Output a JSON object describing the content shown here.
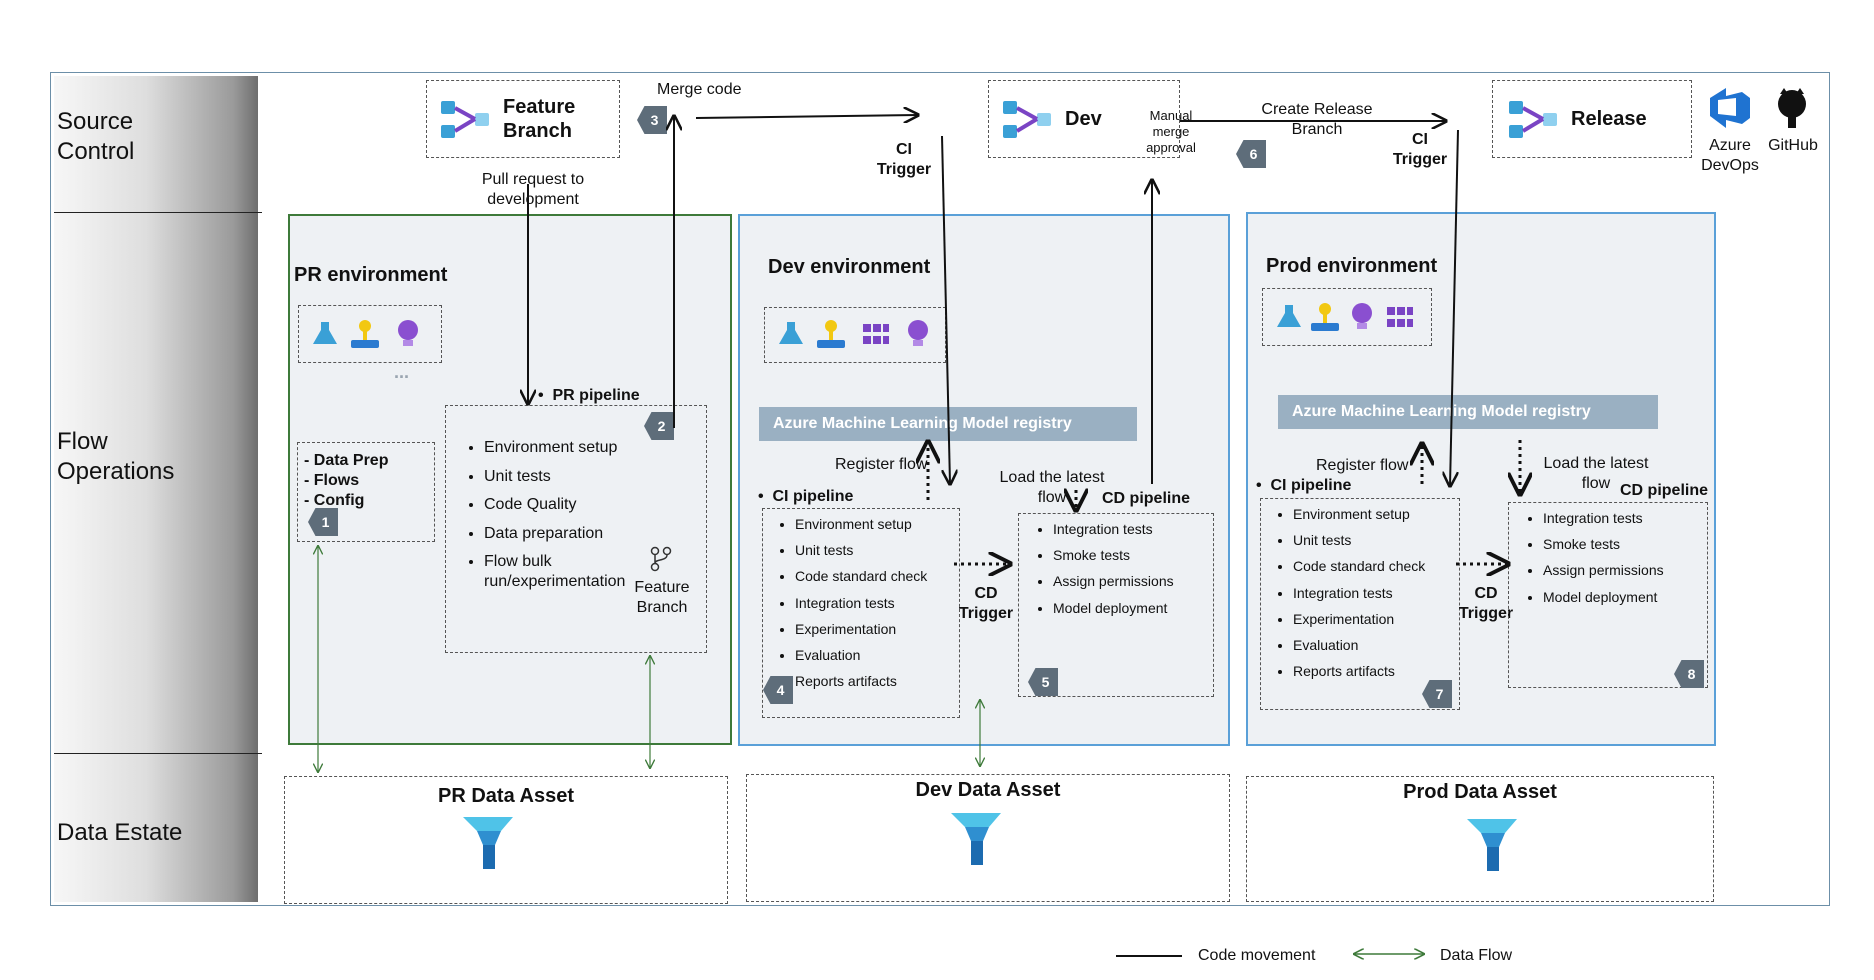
{
  "lanes": {
    "source_control": "Source\nControl",
    "flow_operations": "Flow\nOperations",
    "data_estate": "Data Estate"
  },
  "branches": {
    "feature": "Feature\nBranch",
    "dev": "Dev",
    "release": "Release"
  },
  "tools": {
    "azure_devops": "Azure\nDevOps",
    "github": "GitHub"
  },
  "annotations": {
    "merge_code": "Merge code",
    "pull_request": "Pull request to\ndevelopment",
    "ci_trigger": "CI\nTrigger",
    "manual_merge": "Manual\nmerge\napproval",
    "create_release": "Create Release\nBranch",
    "register_flow": "Register flow",
    "load_latest": "Load the latest\nflow",
    "cd_trigger": "CD\nTrigger",
    "feature_branch_small": "Feature\nBranch"
  },
  "pr_env": {
    "title": "PR environment",
    "data_items": [
      "- Data Prep",
      "- Flows",
      "- Config"
    ],
    "pipeline_label": "PR pipeline",
    "tasks": [
      "Environment setup",
      "Unit tests",
      "Code Quality",
      "Data preparation",
      "Flow bulk\nrun/experimentation"
    ],
    "ellipsis": "..."
  },
  "dev_env": {
    "title": "Dev environment",
    "registry": "Azure Machine Learning Model registry",
    "ci_label": "CI pipeline",
    "ci_tasks": [
      "Environment setup",
      "Unit tests",
      "Code standard check",
      "Integration tests",
      "Experimentation",
      "Evaluation",
      "Reports artifacts"
    ],
    "cd_label": "CD pipeline",
    "cd_tasks": [
      "Integration tests",
      "Smoke tests",
      "Assign permissions",
      "Model deployment"
    ]
  },
  "prod_env": {
    "title": "Prod environment",
    "registry": "Azure Machine Learning Model registry",
    "ci_label": "CI pipeline",
    "ci_tasks": [
      "Environment setup",
      "Unit tests",
      "Code standard check",
      "Integration tests",
      "Experimentation",
      "Evaluation",
      "Reports artifacts"
    ],
    "cd_label": "CD pipeline",
    "cd_tasks": [
      "Integration tests",
      "Smoke tests",
      "Assign permissions",
      "Model deployment"
    ]
  },
  "data_assets": {
    "pr": "PR Data Asset",
    "dev": "Dev Data Asset",
    "prod": "Prod Data Asset"
  },
  "steps": [
    "1",
    "2",
    "3",
    "4",
    "5",
    "6",
    "7",
    "8"
  ],
  "legend": {
    "code_movement": "Code movement",
    "data_flow": "Data Flow"
  },
  "colors": {
    "pr_border": "#3e7a3a",
    "env_border": "#5aa0d8",
    "registry_bg": "#9ab0c2",
    "data_flow": "#3e7a3a",
    "badge": "#5e6d7a"
  }
}
